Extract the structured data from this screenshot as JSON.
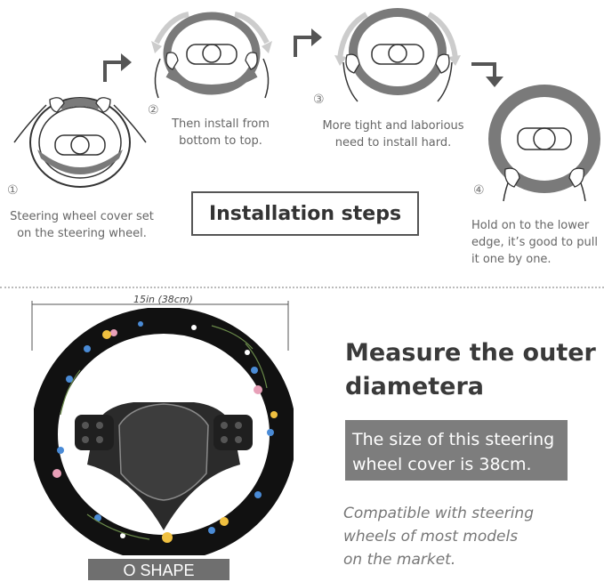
{
  "steps": [
    {
      "number": "①",
      "text_line1": "Steering wheel cover set",
      "text_line2": "on the steering wheel."
    },
    {
      "number": "②",
      "text_line1": "Then install from",
      "text_line2": "bottom to top."
    },
    {
      "number": "③",
      "text_line1": "More tight and laborious",
      "text_line2": "need to install hard."
    },
    {
      "number": "④",
      "text_line1": "Hold on to the lower",
      "text_line2": "edge, it’s good to pull",
      "text_line3": "it one by one."
    }
  ],
  "installation_title": "Installation steps",
  "dimension_label": "15in (38cm)",
  "headline_line1": "Measure the outer",
  "headline_line2": "diametera",
  "size_note_line1": "The size of this steering",
  "size_note_line2": "wheel cover is 38cm.",
  "compat_line1": "Compatible with steering",
  "compat_line2": "wheels of most models",
  "compat_line3": "on the market.",
  "shape_label": "O SHAPE",
  "colors": {
    "cover_grey": "#7a7a7a",
    "grey_box": "#7d7d7d",
    "floral_bg": "#111111"
  }
}
